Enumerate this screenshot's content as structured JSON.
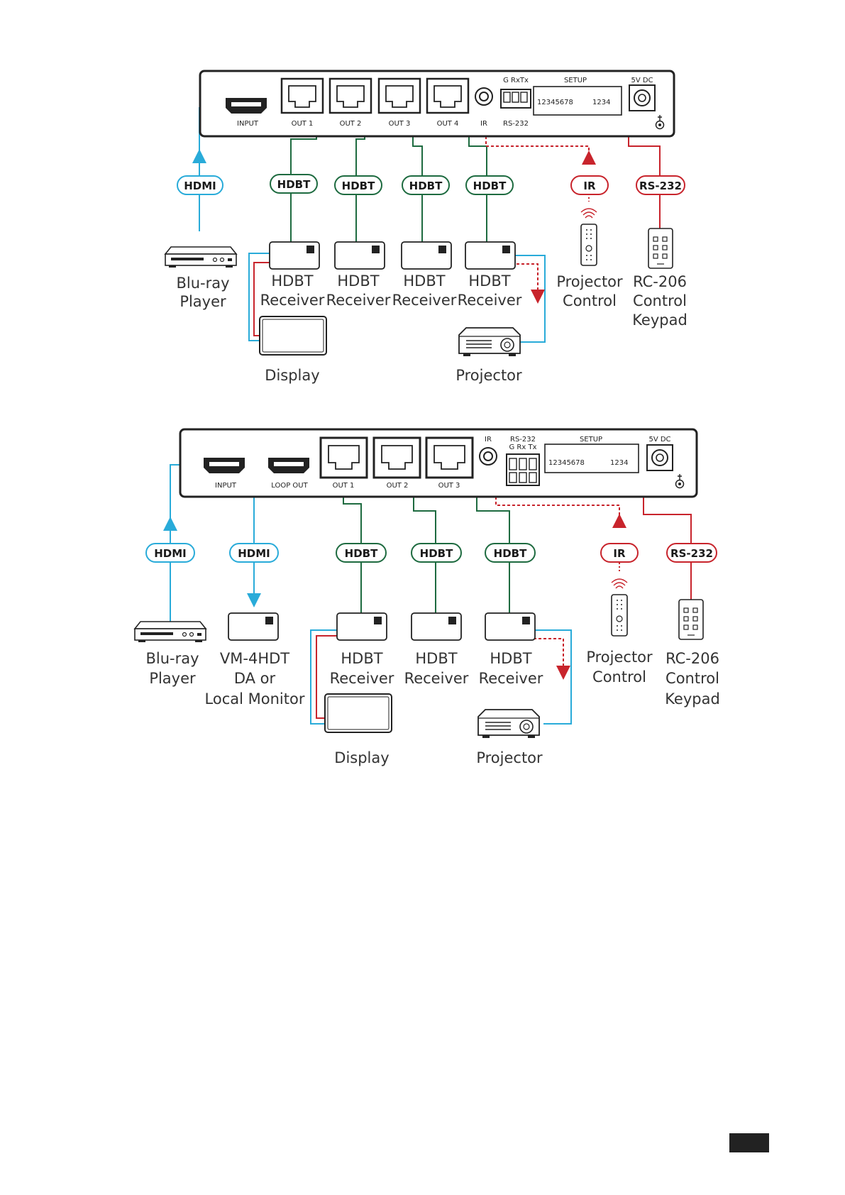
{
  "colors": {
    "hdmi": "#29abd9",
    "hdbt": "#1e6b40",
    "serial": "#c8242c",
    "device": "#222222"
  },
  "top": {
    "panel": {
      "input": "INPUT",
      "outs": [
        "OUT 1",
        "OUT 2",
        "OUT 3",
        "OUT 4"
      ],
      "ir": "IR",
      "rs232_pins": "G RxTx",
      "rs232": "RS-232",
      "setup": "SETUP",
      "dc": "5V DC",
      "dip_a": "12345678",
      "dip_b": "1234"
    },
    "tags": {
      "hdmi": "HDMI",
      "hdbt": "HDBT",
      "ir": "IR",
      "rs232": "RS-232"
    },
    "labels": {
      "bluray": [
        "Blu-ray",
        "Player"
      ],
      "receiver": [
        "HDBT",
        "Receiver"
      ],
      "projector_control": [
        "Projector",
        "Control"
      ],
      "keypad": [
        "RC-206",
        "Control",
        "Keypad"
      ],
      "display": "Display",
      "projector": "Projector"
    }
  },
  "bottom": {
    "panel": {
      "input": "INPUT",
      "loop_out": "LOOP OUT",
      "outs": [
        "OUT 1",
        "OUT 2",
        "OUT 3"
      ],
      "ir": "IR",
      "rs232": "RS-232",
      "rs232_pins": "G Rx Tx",
      "setup": "SETUP",
      "dc": "5V DC",
      "dip_a": "12345678",
      "dip_b": "1234"
    },
    "tags": {
      "hdmi": "HDMI",
      "hdbt": "HDBT",
      "ir": "IR",
      "rs232": "RS-232"
    },
    "labels": {
      "bluray": [
        "Blu-ray",
        "Player"
      ],
      "monitor": [
        "VM-4HDT",
        "DA or",
        "Local Monitor"
      ],
      "receiver": [
        "HDBT",
        "Receiver"
      ],
      "projector_control": [
        "Projector",
        "Control"
      ],
      "keypad": [
        "RC-206",
        "Control",
        "Keypad"
      ],
      "display": "Display",
      "projector": "Projector"
    }
  }
}
